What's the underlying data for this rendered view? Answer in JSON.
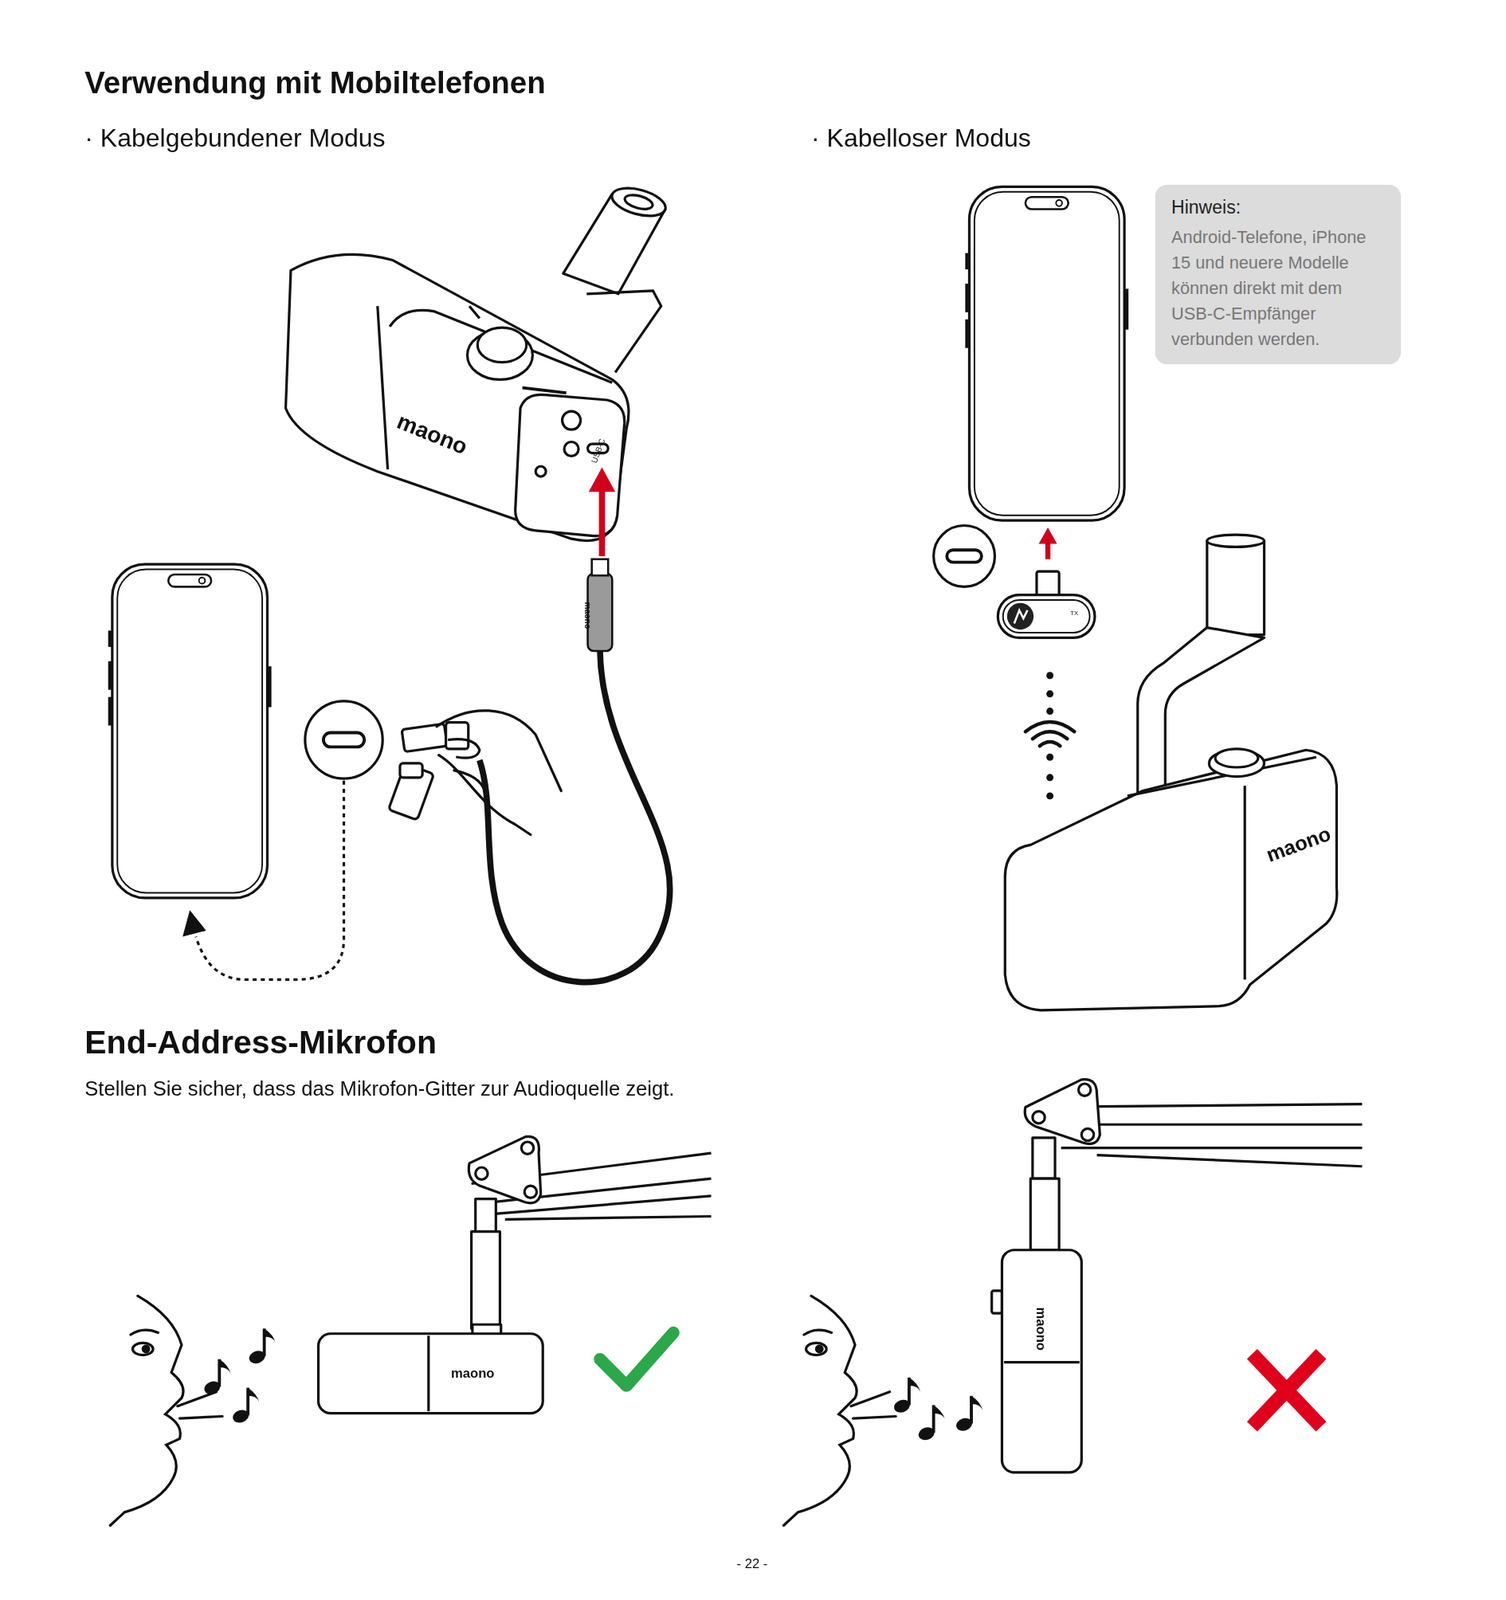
{
  "diagram": {
    "title": "Verwendung mit Mobiltelefonen",
    "nodes": [
      {
        "text": [
          "Hinweis:",
          "Android-Telefone, iPhone 15 und neuere Modelle können direkt mit dem USB-C-Empfänger verbunden werden."
        ]
      }
    ],
    "labels": [
      "· Kabelgebundener Modus",
      "· Kabelloser Modus",
      "End-Address-Mikrofon",
      "Stellen Sie sicher, dass das Mikrofon-Gitter zur Audioquelle zeigt.",
      "maono",
      "USB-C",
      "maono",
      "maono",
      "TX",
      "maono",
      "maono",
      "- 22 -"
    ]
  }
}
